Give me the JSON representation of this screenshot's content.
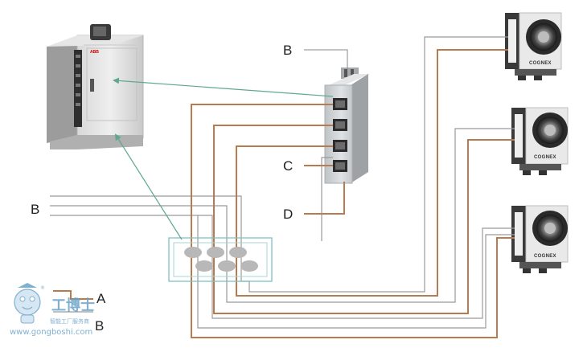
{
  "labels": {
    "switch_label": "B",
    "port_label": "C",
    "power_label": "D",
    "robot_label": "B",
    "legend_a": "A",
    "legend_b": "B"
  },
  "cameras": {
    "brand": "COGNEX"
  },
  "controller": {
    "logo": "ABB"
  },
  "watermark": {
    "title": "工博士",
    "subtitle": "智能工厂服务商",
    "url": "www.gongboshi.com",
    "reg": "®"
  },
  "colors": {
    "ethernet_cable": "#b87a4f",
    "io_line": "#9a9a9a",
    "link_arrow": "#5fa88e",
    "label_leader": "#8a8a8a"
  }
}
